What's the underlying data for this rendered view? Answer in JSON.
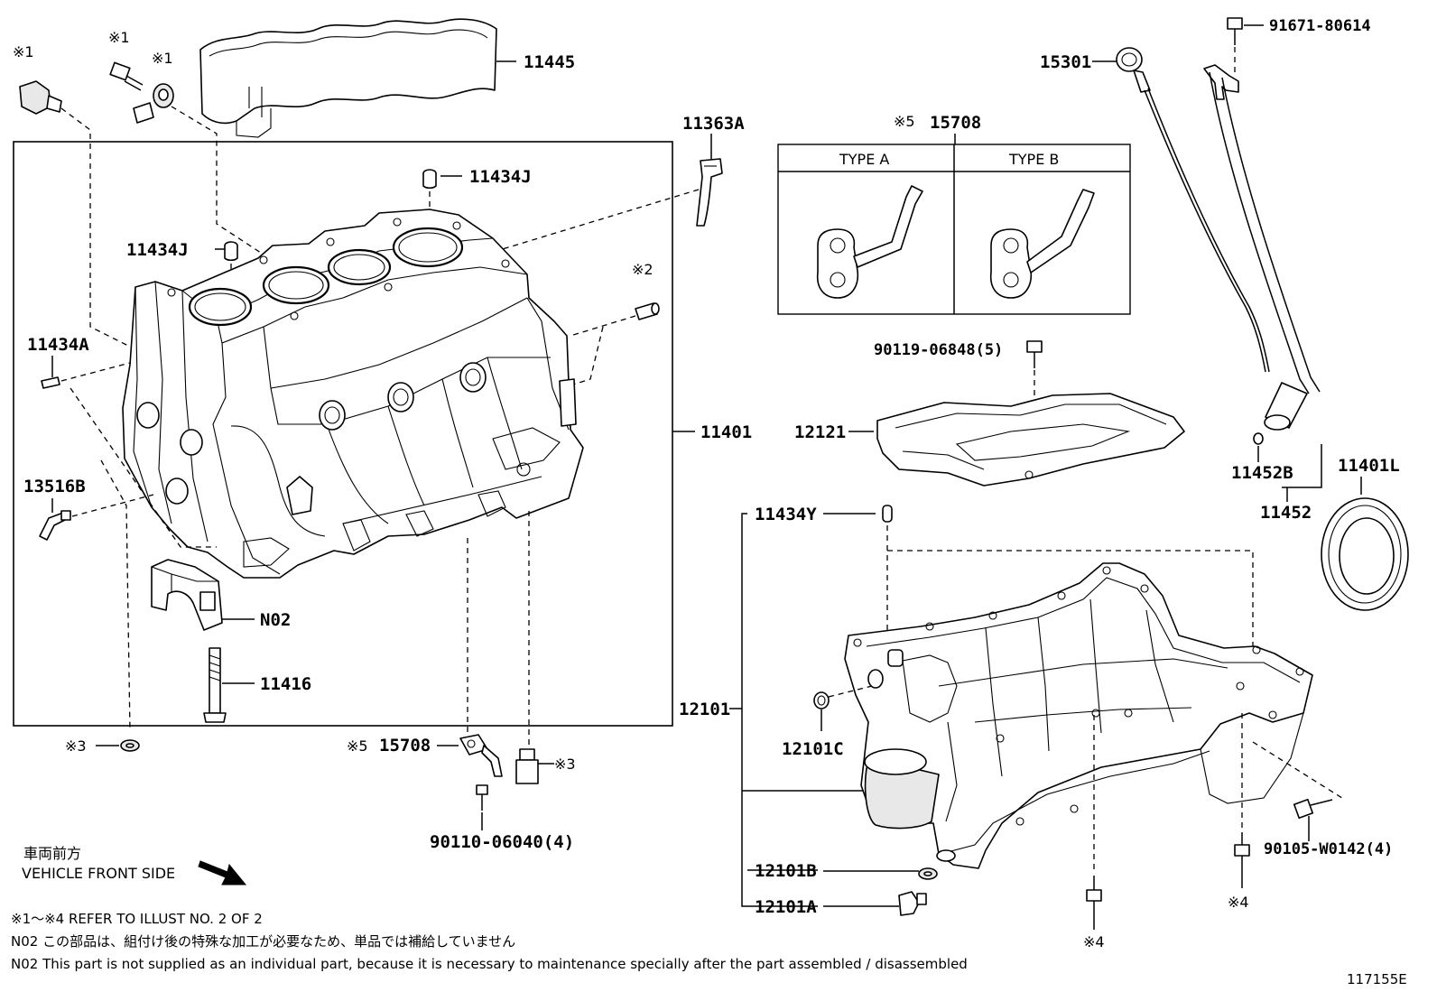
{
  "title": "",
  "drawing_number": "117155E",
  "labels": {
    "p11445": "11445",
    "p11363A": "11363A",
    "p11434J_top": "11434J",
    "p11434J_mid": "11434J",
    "p11434A": "11434A",
    "p13516B": "13516B",
    "p11401": "11401",
    "pN02": "N02",
    "p11416": "11416",
    "p15708_main": "15708",
    "p90110": "90110-06040(4)",
    "p15301": "15301",
    "p91671": "91671-80614",
    "p15708_box": "15708",
    "type_a": "TYPE A",
    "type_b": "TYPE B",
    "p90119": "90119-06848(5)",
    "p12121": "12121",
    "p11452B": "11452B",
    "p11452": "11452",
    "p11401L": "11401L",
    "p11434Y": "11434Y",
    "p12101": "12101",
    "p12101C": "12101C",
    "p12101B": "12101B",
    "p12101A": "12101A",
    "p90105": "90105-W0142(4)"
  },
  "refs": {
    "r1a": "※1",
    "r1b": "※1",
    "r1c": "※1",
    "r2": "※2",
    "r3a": "※3",
    "r3b": "※3",
    "r4a": "※4",
    "r4b": "※4",
    "r5a": "※5",
    "r5b": "※5"
  },
  "direction": {
    "jp": "車両前方",
    "en": "VEHICLE FRONT SIDE"
  },
  "notes": {
    "line1": "※1～※4  REFER TO ILLUST NO. 2 OF 2",
    "line2": "N02  この部品は、組付け後の特殊な加工が必要なため、単品では補給していません",
    "line3": "N02  This part is not supplied as an individual part, because it is necessary to maintenance specially after the part assembled / disassembled"
  }
}
